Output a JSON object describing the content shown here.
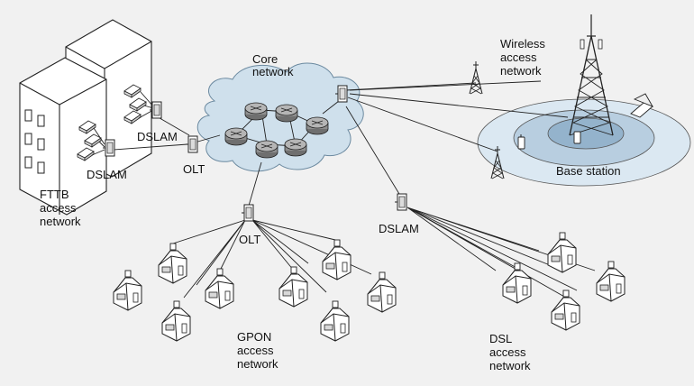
{
  "labels": {
    "core_network": [
      "Core",
      "network"
    ],
    "wireless_access_network": [
      "Wireless",
      "access",
      "network"
    ],
    "base_station": "Base station",
    "dslam_top": "DSLAM",
    "dslam_left": "DSLAM",
    "olt_left": "OLT",
    "fttb_access_network": [
      "FTTB",
      "access",
      "network"
    ],
    "olt_center": "OLT",
    "dslam_right": "DSLAM",
    "gpon_access_network": [
      "GPON",
      "access",
      "network"
    ],
    "dsl_access_network": [
      "DSL",
      "access",
      "network"
    ]
  },
  "colors": {
    "background": "#f1f1f1",
    "cloud": "#cfe0ec",
    "rings": [
      "#dbe8f2",
      "#b8cee0",
      "#94b3cc"
    ],
    "router": "#8e8e8e",
    "building": "#ffffff",
    "line": "#222222"
  }
}
